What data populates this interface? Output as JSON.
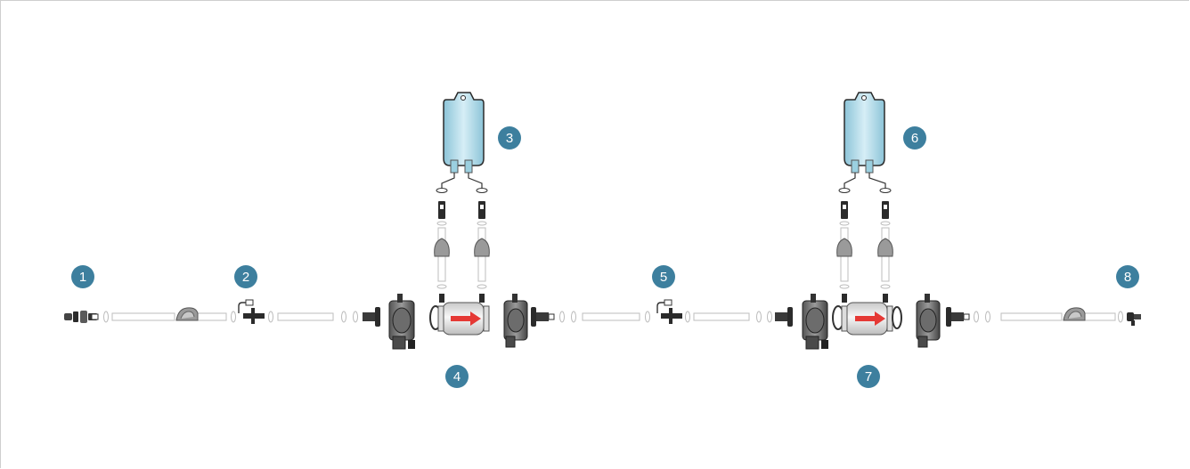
{
  "diagram": {
    "steps": [
      {
        "label": "1"
      },
      {
        "label": "2"
      },
      {
        "label": "3"
      },
      {
        "label": "4"
      },
      {
        "label": "5"
      },
      {
        "label": "6"
      },
      {
        "label": "7"
      },
      {
        "label": "8"
      }
    ],
    "colors": {
      "badge": "#3d7f9e",
      "tube_outline": "#bdbdbd",
      "flow_arrow": "#e53935",
      "bag_fill": "#a9d3e2",
      "connector": "#2b2b2b"
    },
    "icons": [
      "bag-icon",
      "filter-housing-icon",
      "clamp-icon",
      "valve-icon",
      "connector-icon",
      "sample-port-icon"
    ]
  }
}
